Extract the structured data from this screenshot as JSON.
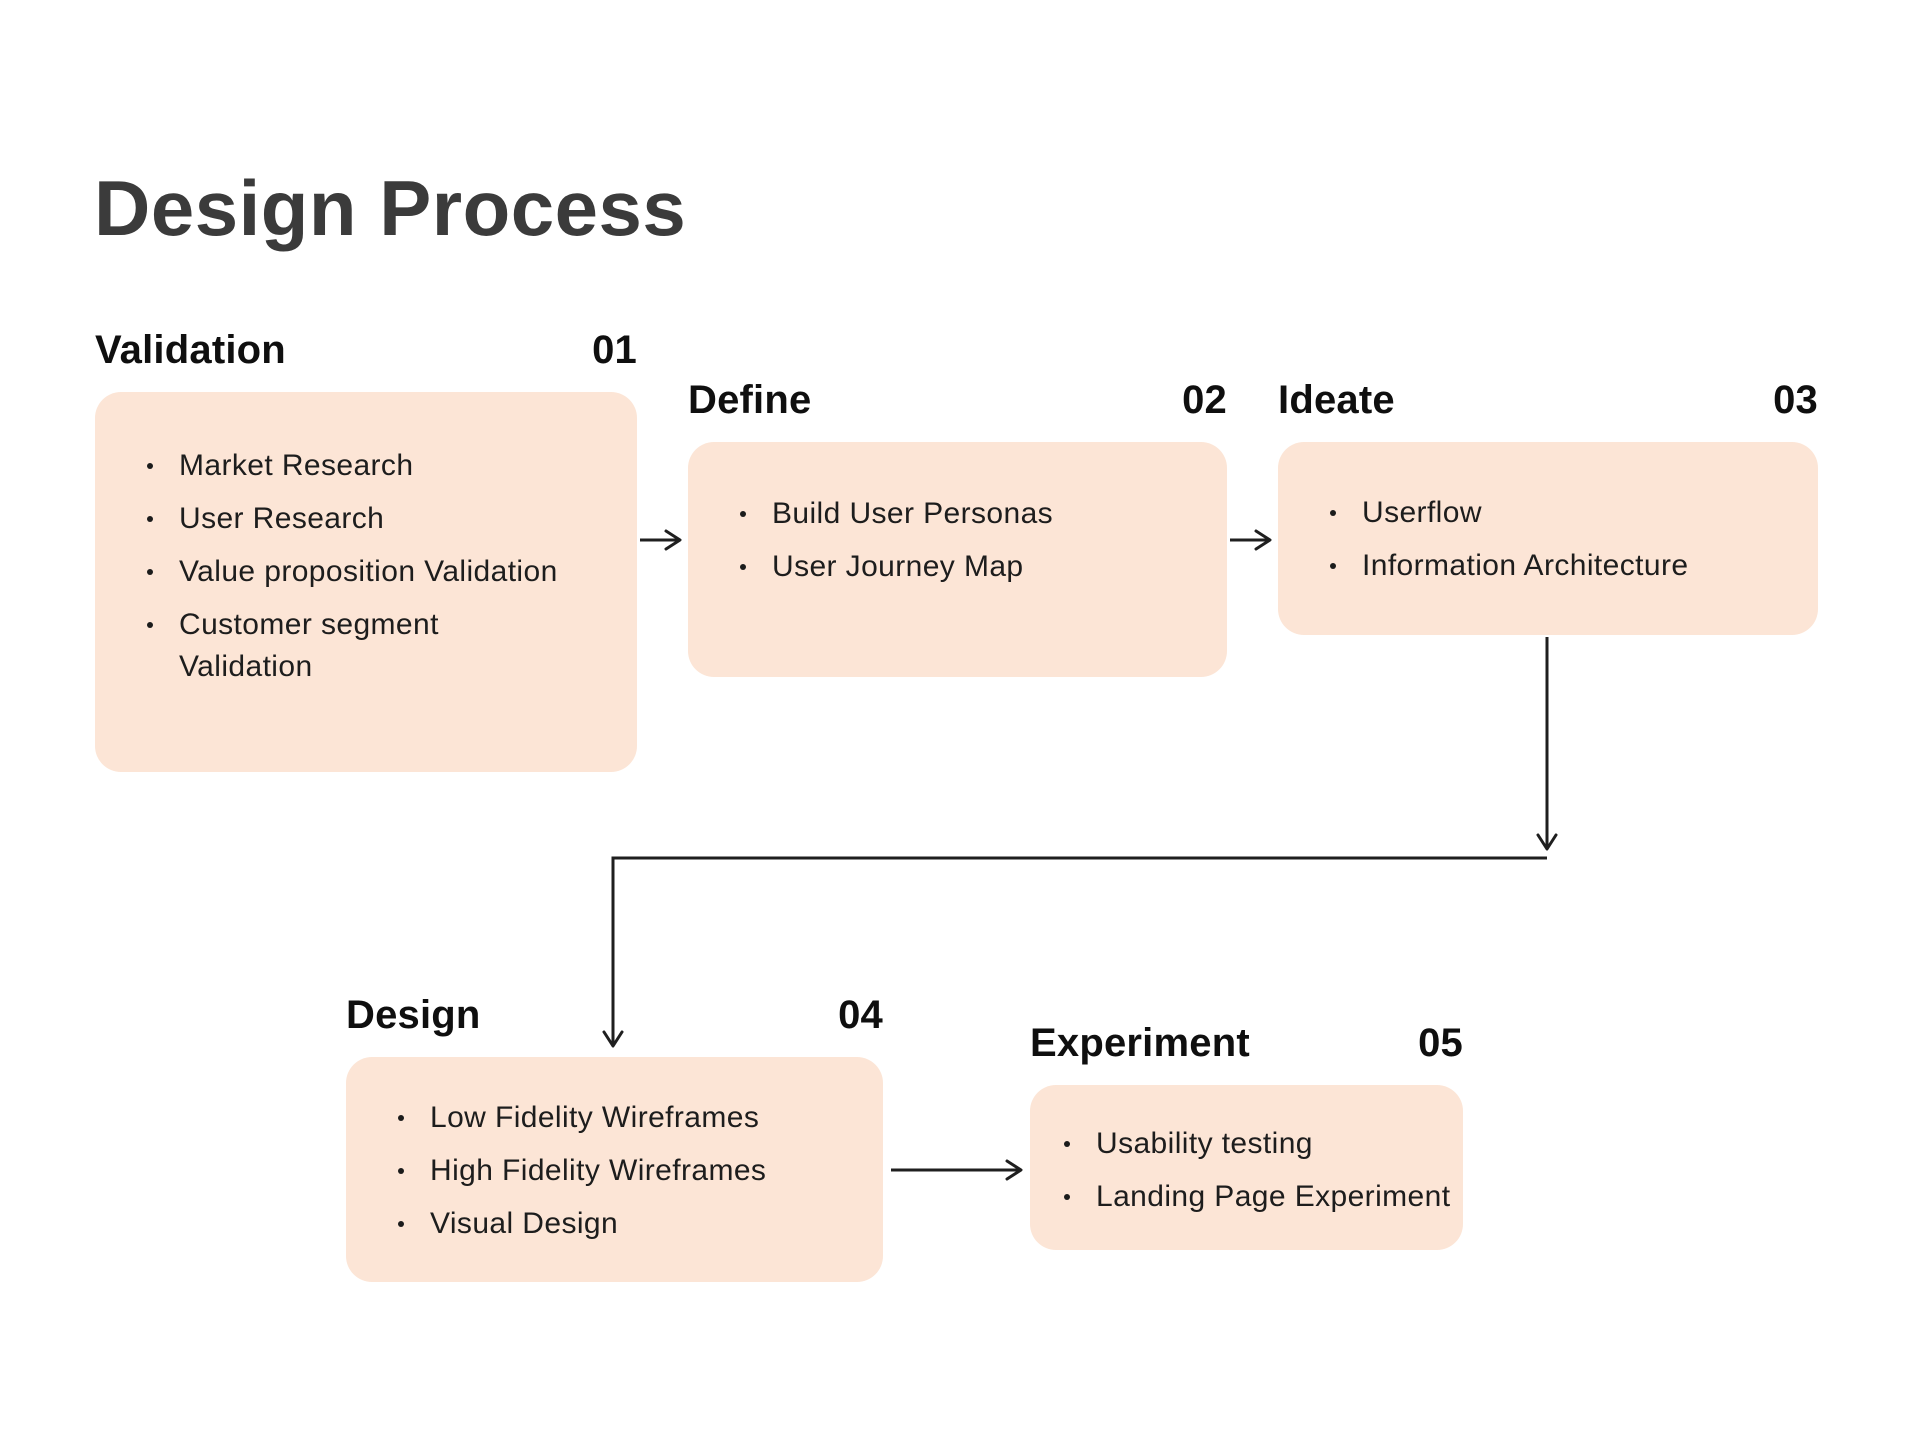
{
  "title": "Design Process",
  "colors": {
    "card_background": "#FCE5D6",
    "title_text": "#3B3B3B",
    "heading_text": "#0F0F0F",
    "item_text": "#1D1D1D",
    "arrow": "#1F1F1F"
  },
  "stages": [
    {
      "title": "Validation",
      "number": "01",
      "items": [
        "Market Research",
        "User Research",
        "Value proposition Validation",
        "Customer segment Validation"
      ]
    },
    {
      "title": "Define",
      "number": "02",
      "items": [
        "Build User Personas",
        "User Journey Map"
      ]
    },
    {
      "title": "Ideate",
      "number": "03",
      "items": [
        "Userflow",
        "Information Architecture"
      ]
    },
    {
      "title": "Design",
      "number": "04",
      "items": [
        "Low Fidelity Wireframes",
        "High Fidelity Wireframes",
        "Visual Design"
      ]
    },
    {
      "title": "Experiment",
      "number": "05",
      "items": [
        "Usability testing",
        "Landing Page Experiment"
      ]
    }
  ]
}
